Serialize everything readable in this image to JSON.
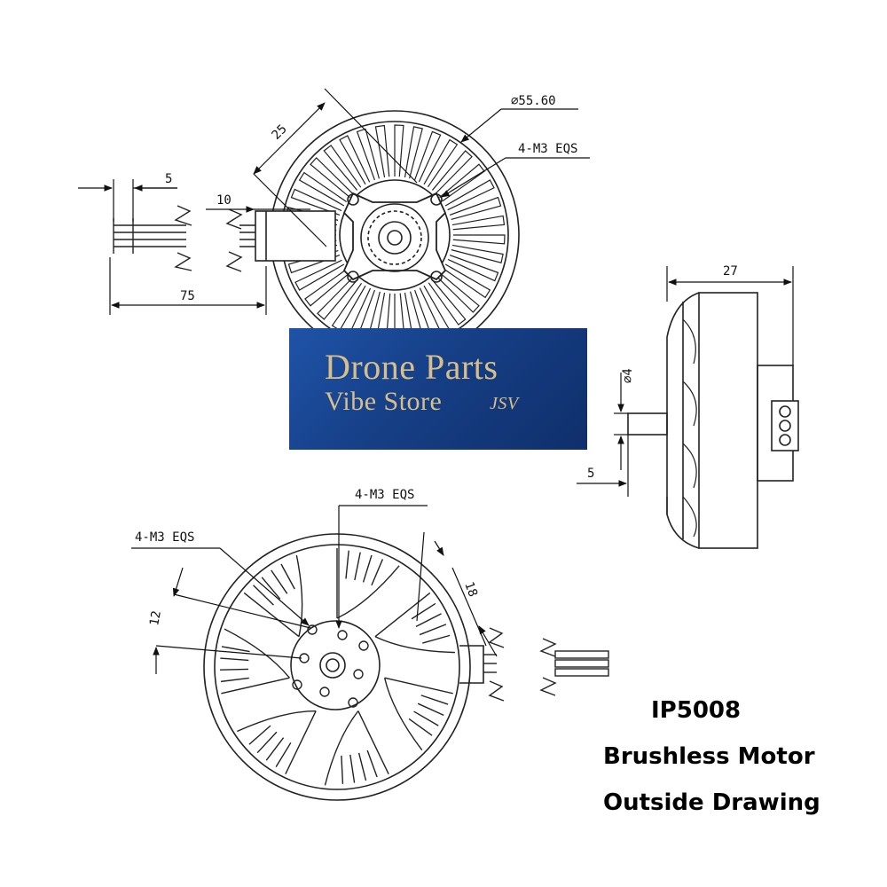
{
  "diagram": {
    "top_view": {
      "dim_lead_width": "5",
      "dim_plug_width": "10",
      "dim_lead_length": "75",
      "dim_mount_spacing": "25",
      "dim_diameter": "⌀55.60",
      "dim_holes": "4-M3 EQS"
    },
    "side_view": {
      "dim_height": "27",
      "dim_shaft_diameter": "⌀4",
      "dim_shaft_length": "5"
    },
    "bottom_view": {
      "dim_holes_left": "4-M3 EQS",
      "dim_holes_top": "4-M3 EQS",
      "dim_spacing_a": "12",
      "dim_spacing_b": "18"
    }
  },
  "logo": {
    "line1": "Drone Parts",
    "line2": "Vibe Store",
    "mark": "JSV"
  },
  "caption": {
    "model": "IP5008",
    "product": "Brushless Motor",
    "title": "Outside Drawing"
  },
  "colors": {
    "line": "#222222",
    "logo_bg": "#1a4a9a",
    "logo_text": "#d8bf8a"
  }
}
